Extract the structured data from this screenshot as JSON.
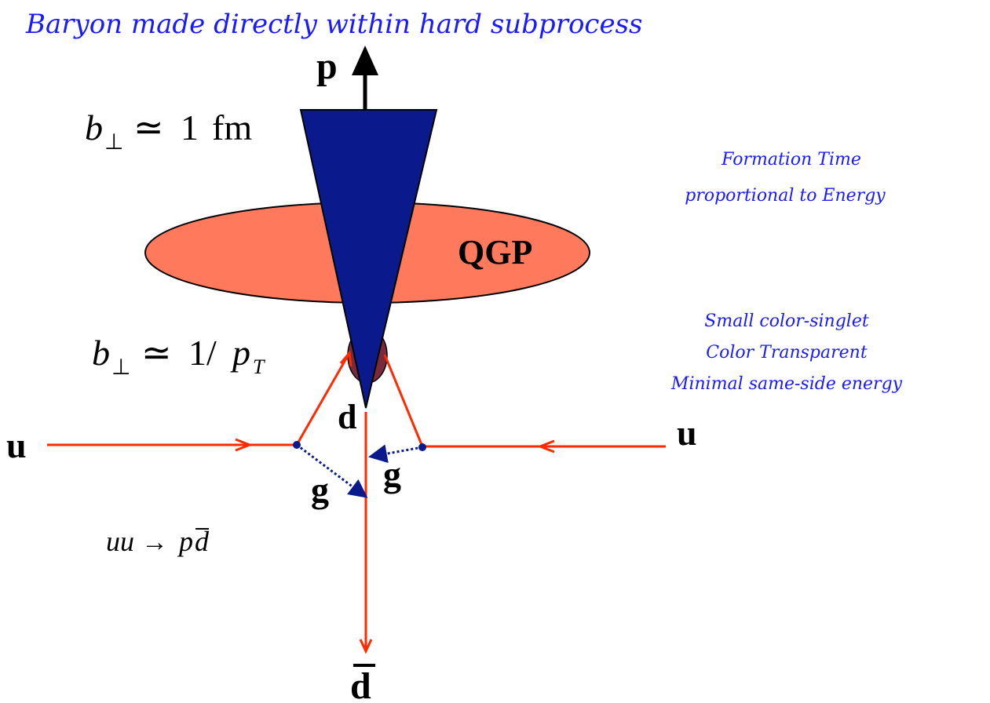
{
  "title": "Baryon made directly within hard subprocess",
  "labels": {
    "proton": "p",
    "qgp": "QGP",
    "d_quark": "d",
    "u_left": "u",
    "u_right": "u",
    "gluon_left": "g",
    "gluon_right": "g",
    "dbar": "d"
  },
  "math": {
    "b_perp_symbol": "b",
    "perp": "⊥",
    "simeq": "≃",
    "one": "1",
    "fm": "fm",
    "one_over": "1/",
    "p": "p",
    "T": "T",
    "process_uu": "uu",
    "arrow": "→",
    "process_p": "p",
    "process_d": "d"
  },
  "notes": {
    "formation": [
      "Formation Time",
      "proportional to Energy"
    ],
    "singlet": [
      "Small color-singlet",
      "Color Transparent",
      "Minimal same-side energy"
    ]
  },
  "colors": {
    "title": "#1a1aff",
    "cone": "#0a1a8c",
    "qgp": "#ff7a5c",
    "quark_line": "#ff2a00",
    "gluon": "#0a1a8c",
    "vertex": "#0a1a8c",
    "blob": "#7a2a3a"
  }
}
